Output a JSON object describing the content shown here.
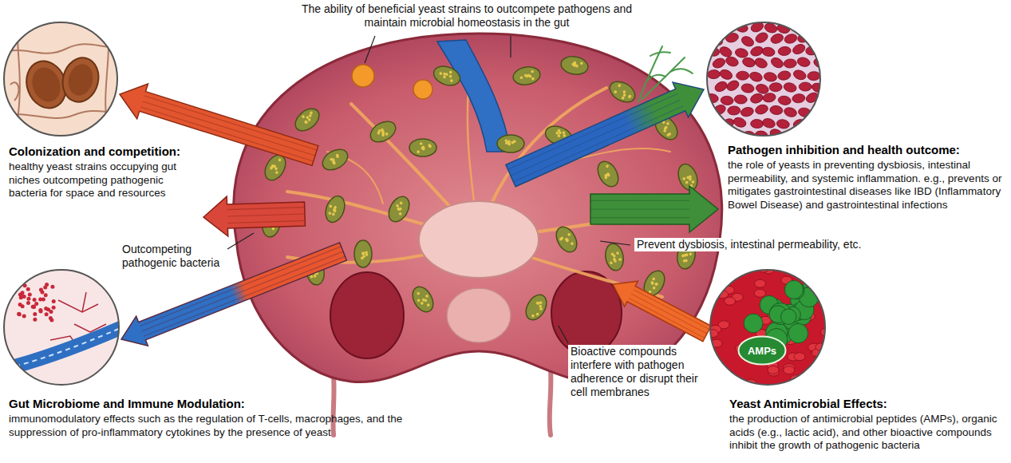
{
  "diagram": {
    "nodes": [
      {
        "text": [
          "Colonization and competition:",
          "healthy yeast strains occupying gut niches outcompeting pathogenic bacteria for space and resources"
        ]
      },
      {
        "text": [
          "Pathogen inhibition and health outcome:",
          "the role of yeasts in preventing dysbiosis, intestinal permeability, and systemic inflammation. e.g., prevents or mitigates gastrointestinal diseases like IBD (Inflammatory Bowel Disease) and gastrointestinal infections"
        ]
      },
      {
        "text": [
          "Gut Microbiome and Immune Modulation:",
          "immunomodulatory effects such as the regulation of T-cells, macrophages, and the suppression of pro-inflammatory cytokines by the presence of yeast"
        ]
      },
      {
        "text": [
          "Yeast Antimicrobial Effects:",
          "the production of antimicrobial peptides (AMPs), organic acids (e.g., lactic acid), and other bioactive compounds inhibit the growth of pathogenic bacteria"
        ]
      },
      {
        "text": [
          "AMPs"
        ],
        "in": 3
      }
    ],
    "labels": [
      "The ability of beneficial yeast strains to outcompete pathogens and maintain microbial homeostasis in the gut",
      "Outcompeting pathogenic bacteria",
      "Prevent dysbiosis, intestinal permeability, etc.",
      "Bioactive compounds interfere with pathogen adherence or disrupt their cell membranes"
    ]
  }
}
